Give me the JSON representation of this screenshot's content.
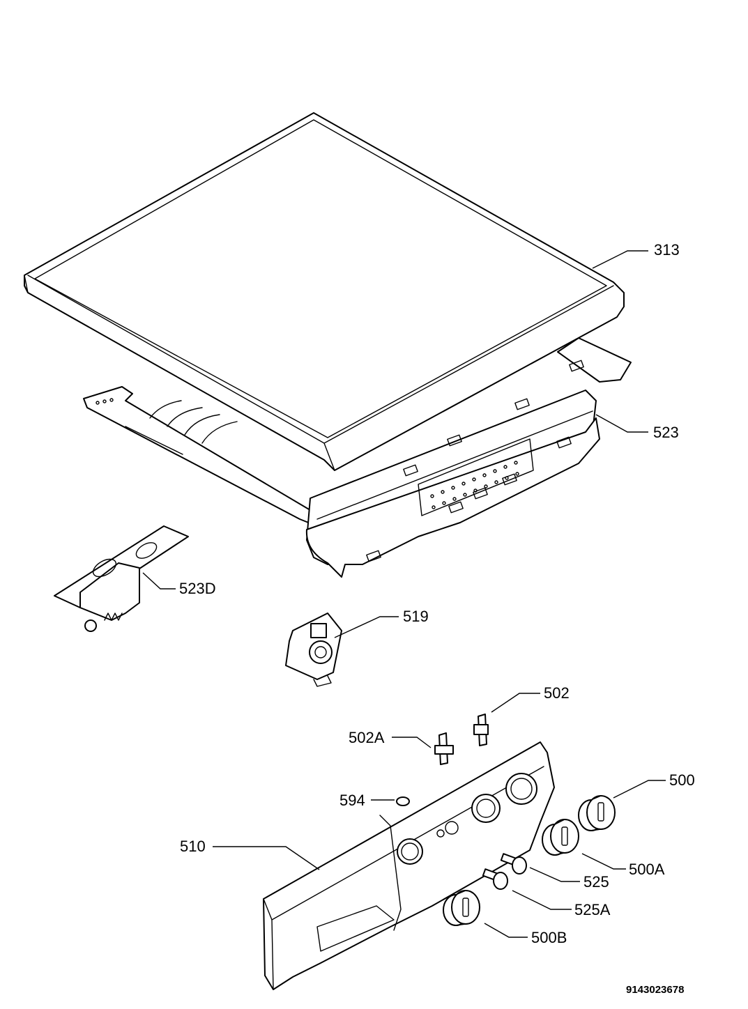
{
  "callouts": [
    {
      "id": "313",
      "text": "313"
    },
    {
      "id": "523",
      "text": "523"
    },
    {
      "id": "523D",
      "text": "523D"
    },
    {
      "id": "519",
      "text": "519"
    },
    {
      "id": "502",
      "text": "502"
    },
    {
      "id": "502A",
      "text": "502A"
    },
    {
      "id": "500",
      "text": "500"
    },
    {
      "id": "594",
      "text": "594"
    },
    {
      "id": "510",
      "text": "510"
    },
    {
      "id": "500A",
      "text": "500A"
    },
    {
      "id": "525",
      "text": "525"
    },
    {
      "id": "525A",
      "text": "525A"
    },
    {
      "id": "500B",
      "text": "500B"
    }
  ],
  "drawing_number": "9143023678"
}
